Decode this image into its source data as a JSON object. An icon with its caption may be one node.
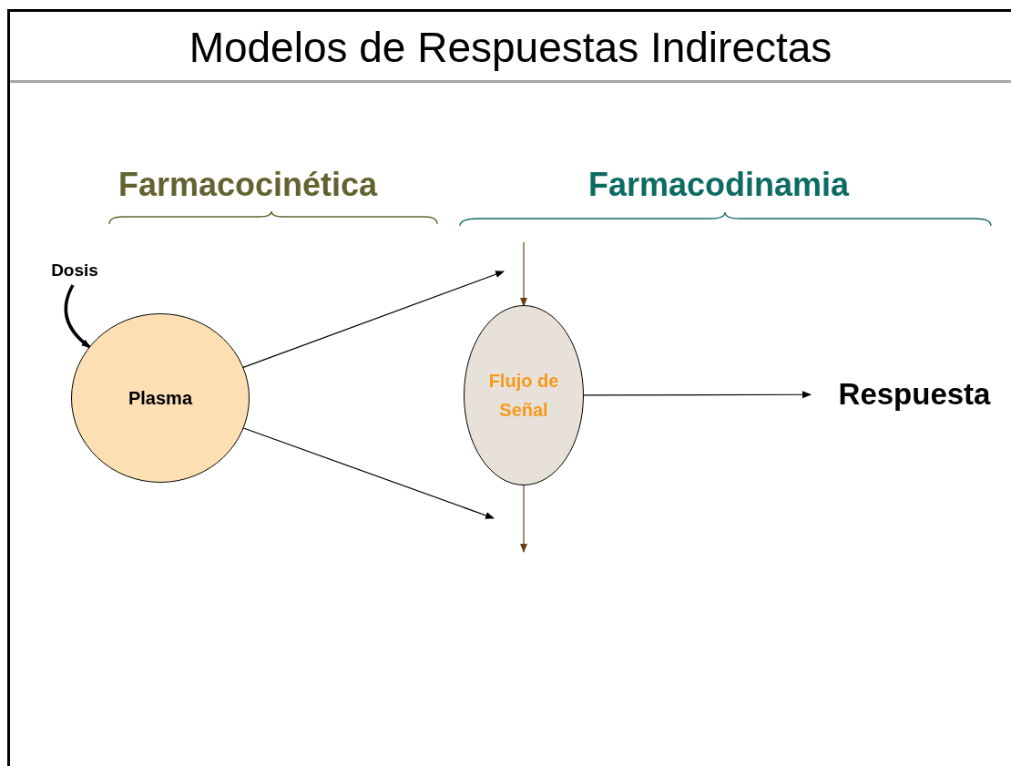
{
  "diagram": {
    "title": "Modelos de Respuestas Indirectas",
    "nodes": [
      {
        "text": [
          "Dosis"
        ]
      },
      {
        "text": [
          "Plasma"
        ]
      },
      {
        "text": [
          "Flujo de Señal"
        ]
      },
      {
        "text": [
          "Respuesta"
        ]
      }
    ],
    "edges": [
      {
        "from": 0,
        "to": 1,
        "arrow": "to",
        "style": "thick"
      },
      {
        "from": 1,
        "to": null,
        "arrow": "to"
      },
      {
        "from": 1,
        "to": null,
        "arrow": "to"
      },
      {
        "from": null,
        "to": 2,
        "arrow": "to",
        "color": "#6b3e12"
      },
      {
        "from": 2,
        "to": null,
        "arrow": "to",
        "color": "#6b3e12"
      },
      {
        "from": 2,
        "to": 3,
        "arrow": "to"
      }
    ],
    "labels": [
      "Farmacocinética",
      "Farmacodinamia"
    ]
  }
}
